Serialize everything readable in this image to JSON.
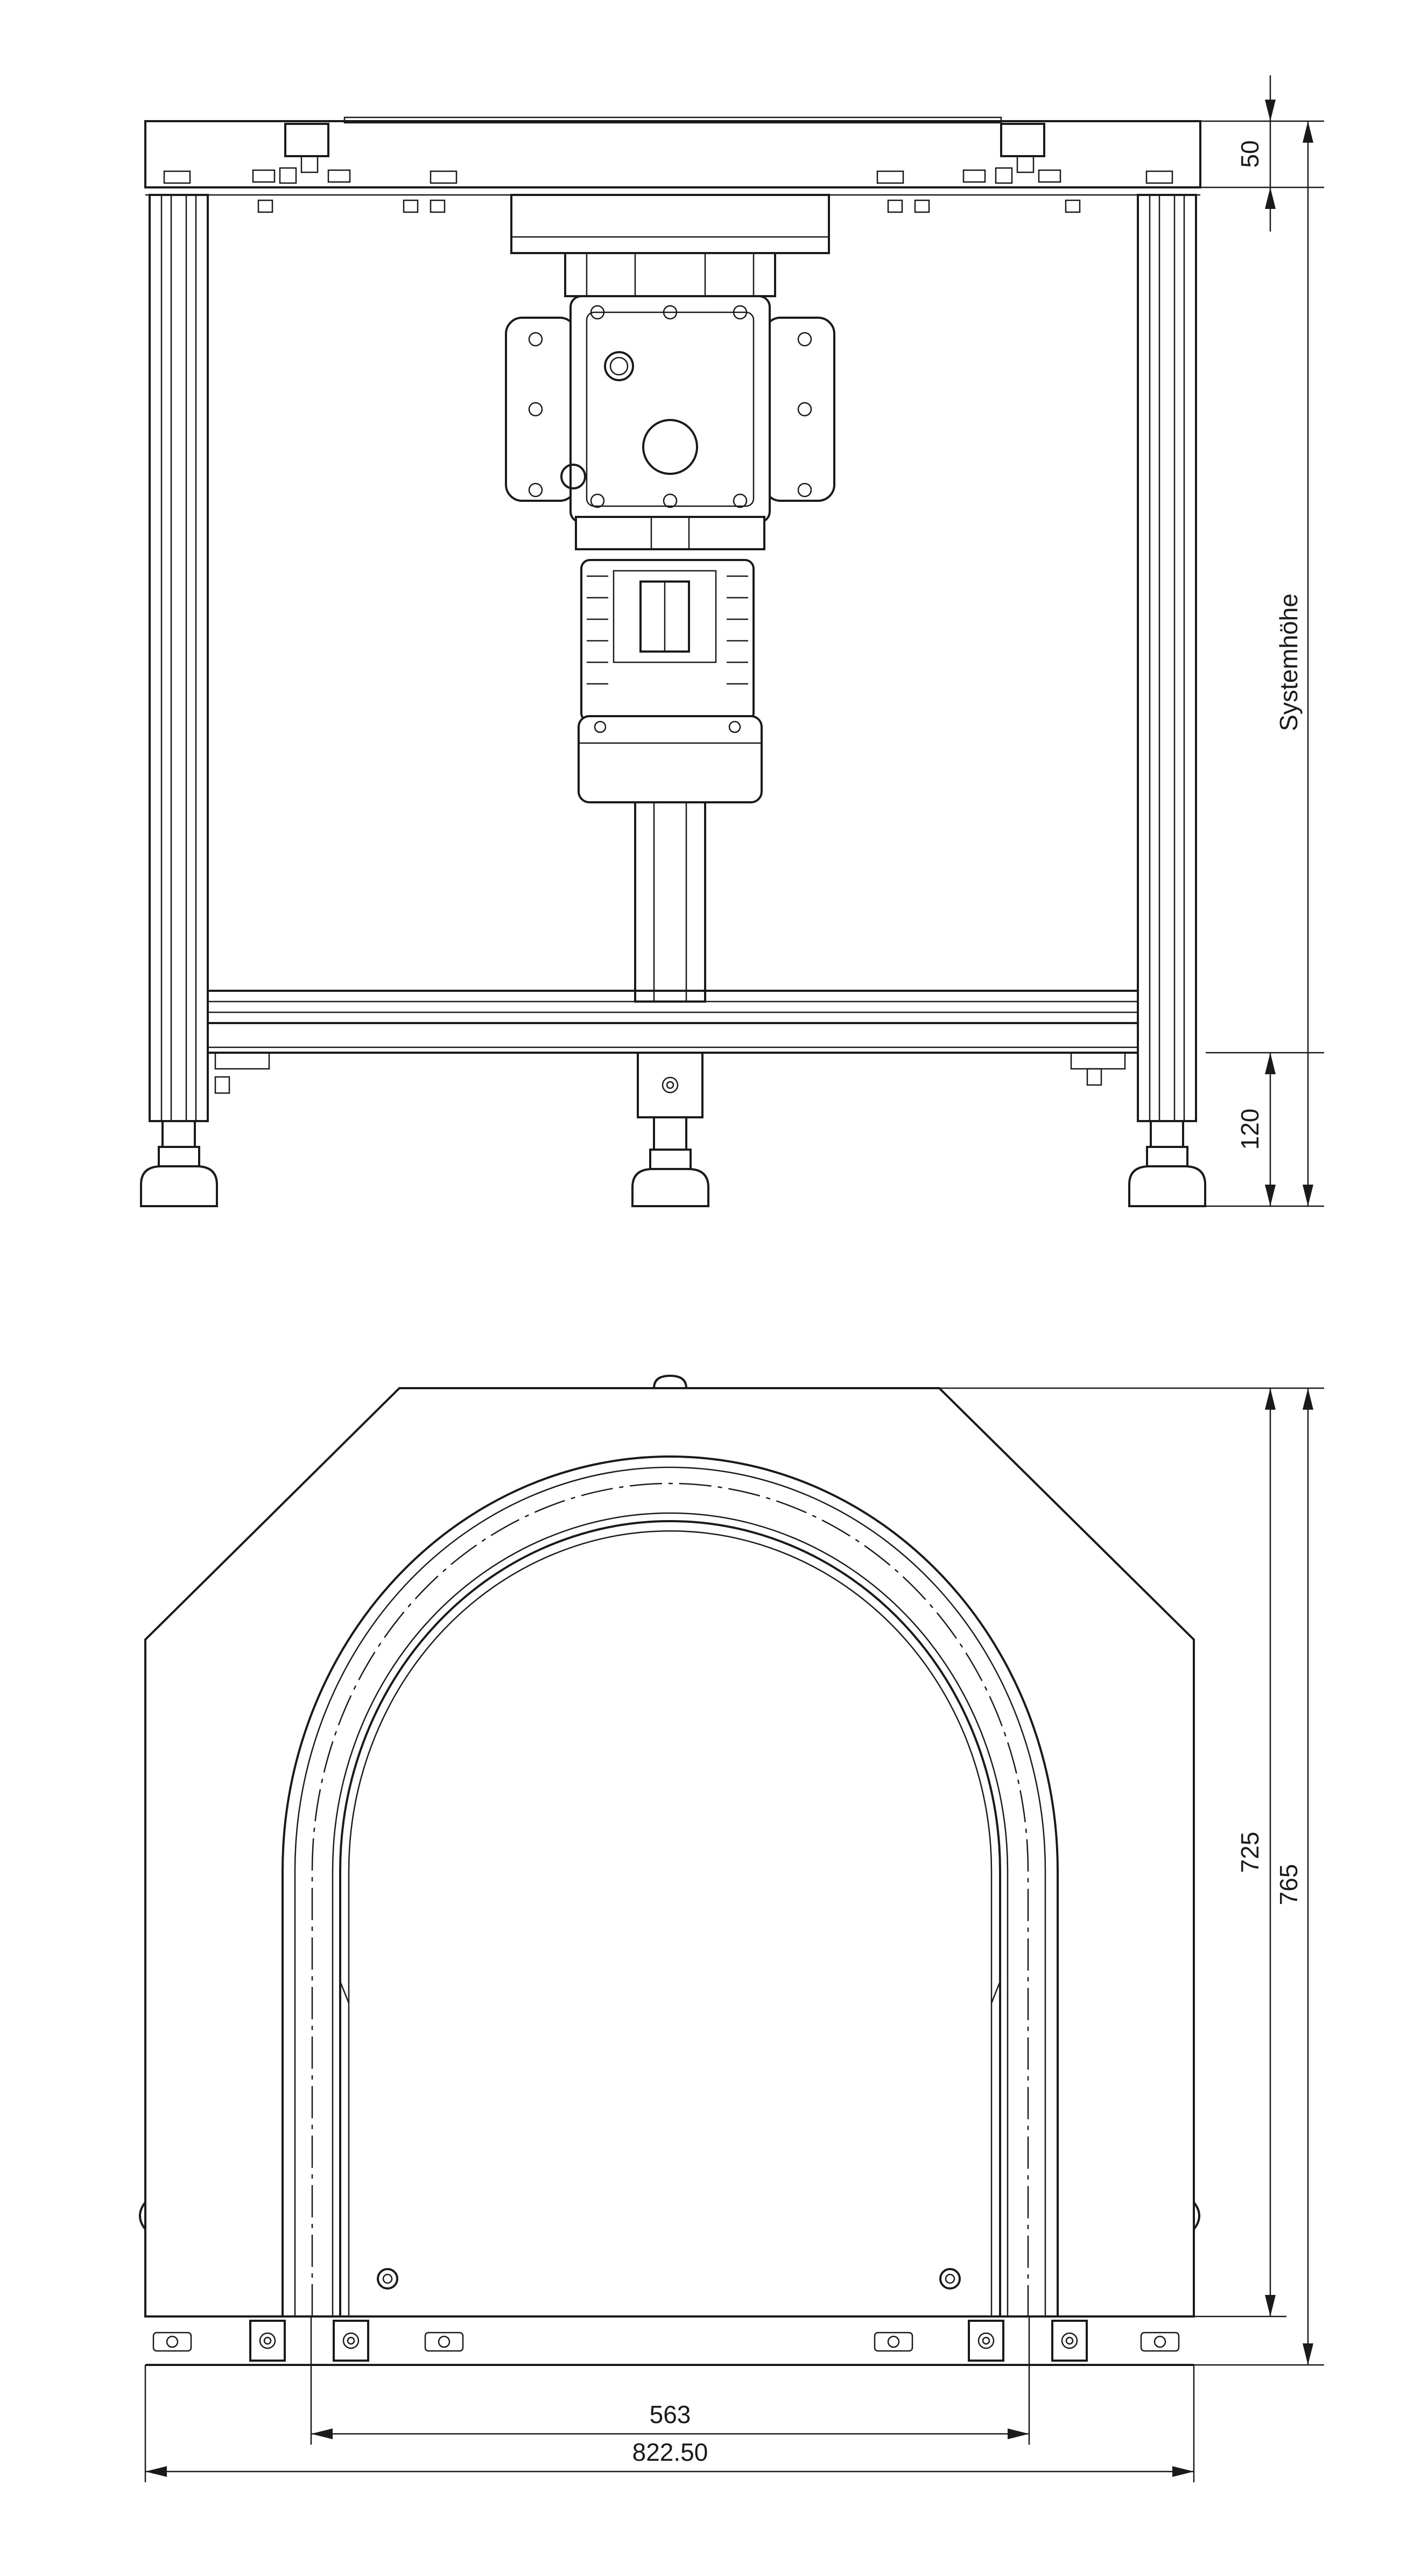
{
  "drawing": {
    "top_view": {
      "dim_top_height": "50",
      "dim_system_height": "Systemhöhe",
      "dim_foot_height": "120"
    },
    "front_view": {
      "dim_inner_height": "725",
      "dim_total_height": "765",
      "dim_inner_width": "563",
      "dim_total_width": "822.50"
    }
  }
}
